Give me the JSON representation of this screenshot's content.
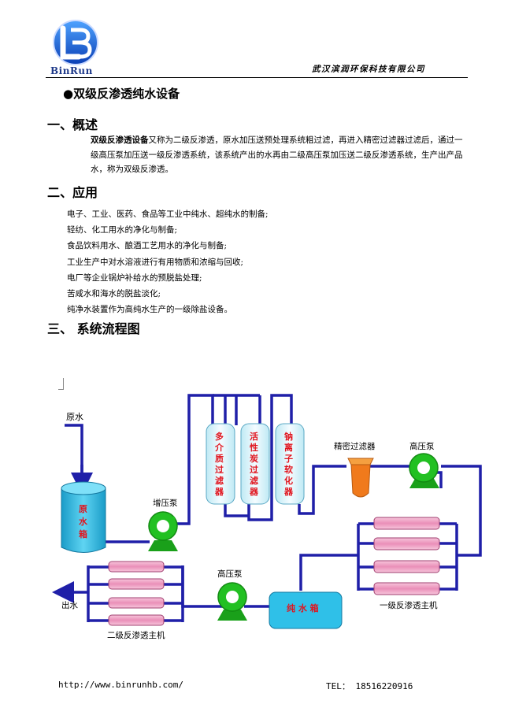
{
  "header": {
    "brand": "BinRun",
    "company": "武汉滨润环保科技有限公司"
  },
  "doc_title": "●双级反渗透纯水设备",
  "sections": {
    "overview_heading": "一、概述",
    "application_heading": "二、应用",
    "flow_heading": "三、 系统流程图"
  },
  "overview": {
    "lead": "双级反渗透设备",
    "body": "又称为二级反渗透，原水加压送预处理系统粗过滤，再进入精密过滤器过滤后，通过一级高压泵加压送一级反渗透系统，该系统产出的水再由二级高压泵加压送二级反渗透系统，生产出产品水，称为双级反渗透。"
  },
  "applications": [
    "电子、工业、医药、食品等工业中纯水、超纯水的制备;",
    "轻纺、化工用水的净化与制备;",
    "食品饮料用水、酿酒工艺用水的净化与制备;",
    "工业生产中对水溶液进行有用物质和浓缩与回收;",
    "电厂等企业锅炉补给水的预脱盐处理;",
    "苦咸水和海水的脱盐淡化;",
    "纯净水装置作为高纯水生产的一级除盐设备。"
  ],
  "diagram": {
    "raw_water": "原水",
    "raw_tank": [
      "原",
      "水",
      "箱"
    ],
    "booster_pump": "增压泵",
    "filter1": [
      "多",
      "介",
      "质",
      "过",
      "滤",
      "器"
    ],
    "filter2": [
      "活",
      "性",
      "炭",
      "过",
      "滤",
      "器"
    ],
    "filter3": [
      "钠",
      "离",
      "子",
      "软",
      "化",
      "器"
    ],
    "precision_filter": "精密过滤器",
    "hp_pump_1": "高压泵",
    "ro1": "一级反渗透主机",
    "pure_tank": "纯 水 箱",
    "hp_pump_2": "高压泵",
    "ro2": "二级反渗透主机",
    "outlet": "出水"
  },
  "colors": {
    "pipe": "#1f1fa8",
    "pump": "#22c022",
    "tank": "#29b8e0",
    "membrane": "#f2aac8",
    "filter": "#d8f2f8",
    "precision": "#f07a1c",
    "label_red": "#e0141e"
  },
  "footer": {
    "url": "http://www.binrunhb.com/",
    "tel": "TEL： 18516220916"
  }
}
